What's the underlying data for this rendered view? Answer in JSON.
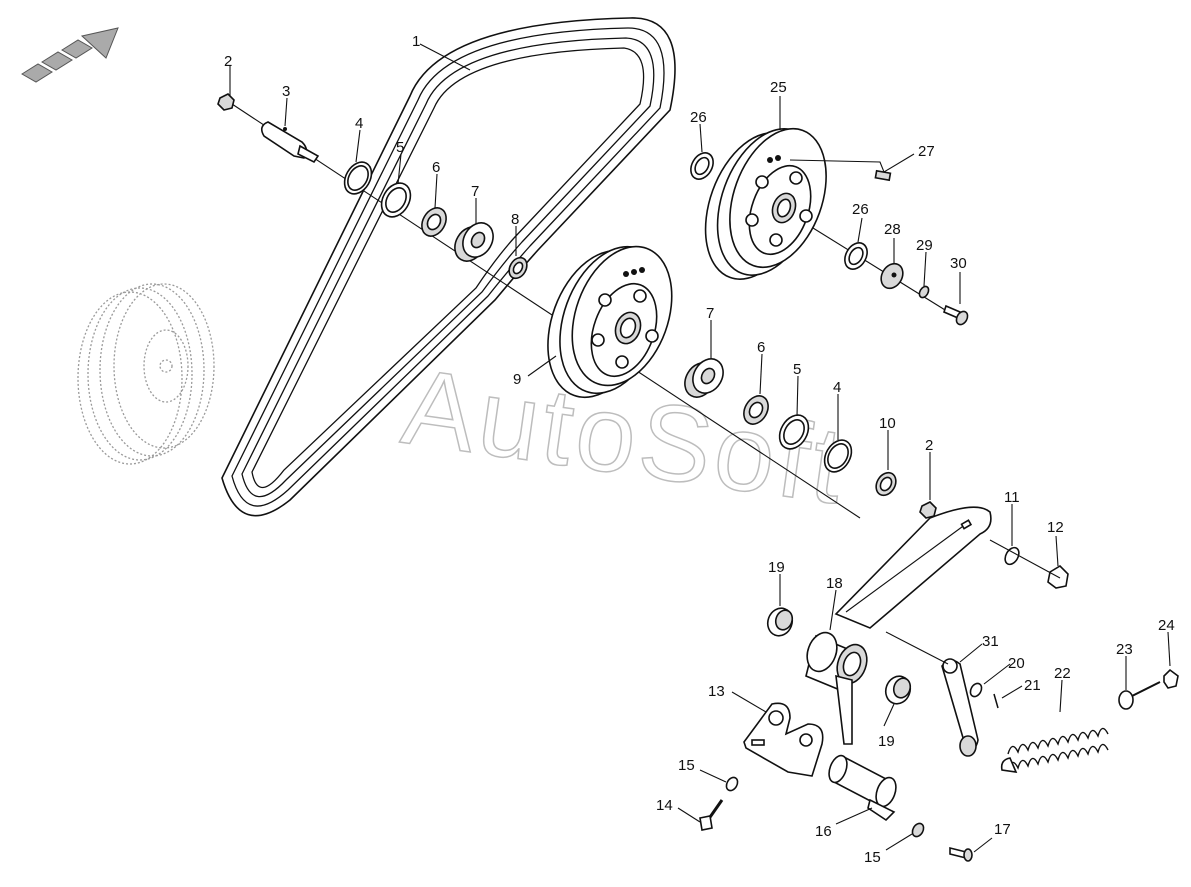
{
  "watermark": "AutoSoft",
  "callouts": {
    "c1": "1",
    "c2a": "2",
    "c2b": "2",
    "c3": "3",
    "c4a": "4",
    "c4b": "4",
    "c5a": "5",
    "c5b": "5",
    "c6a": "6",
    "c6b": "6",
    "c7a": "7",
    "c7b": "7",
    "c8": "8",
    "c9": "9",
    "c10": "10",
    "c11": "11",
    "c12": "12",
    "c13": "13",
    "c14": "14",
    "c15a": "15",
    "c15b": "15",
    "c16": "16",
    "c17": "17",
    "c18": "18",
    "c19a": "19",
    "c19b": "19",
    "c20": "20",
    "c21": "21",
    "c22": "22",
    "c23": "23",
    "c24": "24",
    "c25": "25",
    "c26a": "26",
    "c26b": "26",
    "c27": "27",
    "c28": "28",
    "c29": "29",
    "c30": "30",
    "c31": "31"
  },
  "colors": {
    "line": "#111111",
    "watermark": "#bdbdbd",
    "ghost": "#9a9a9a"
  }
}
